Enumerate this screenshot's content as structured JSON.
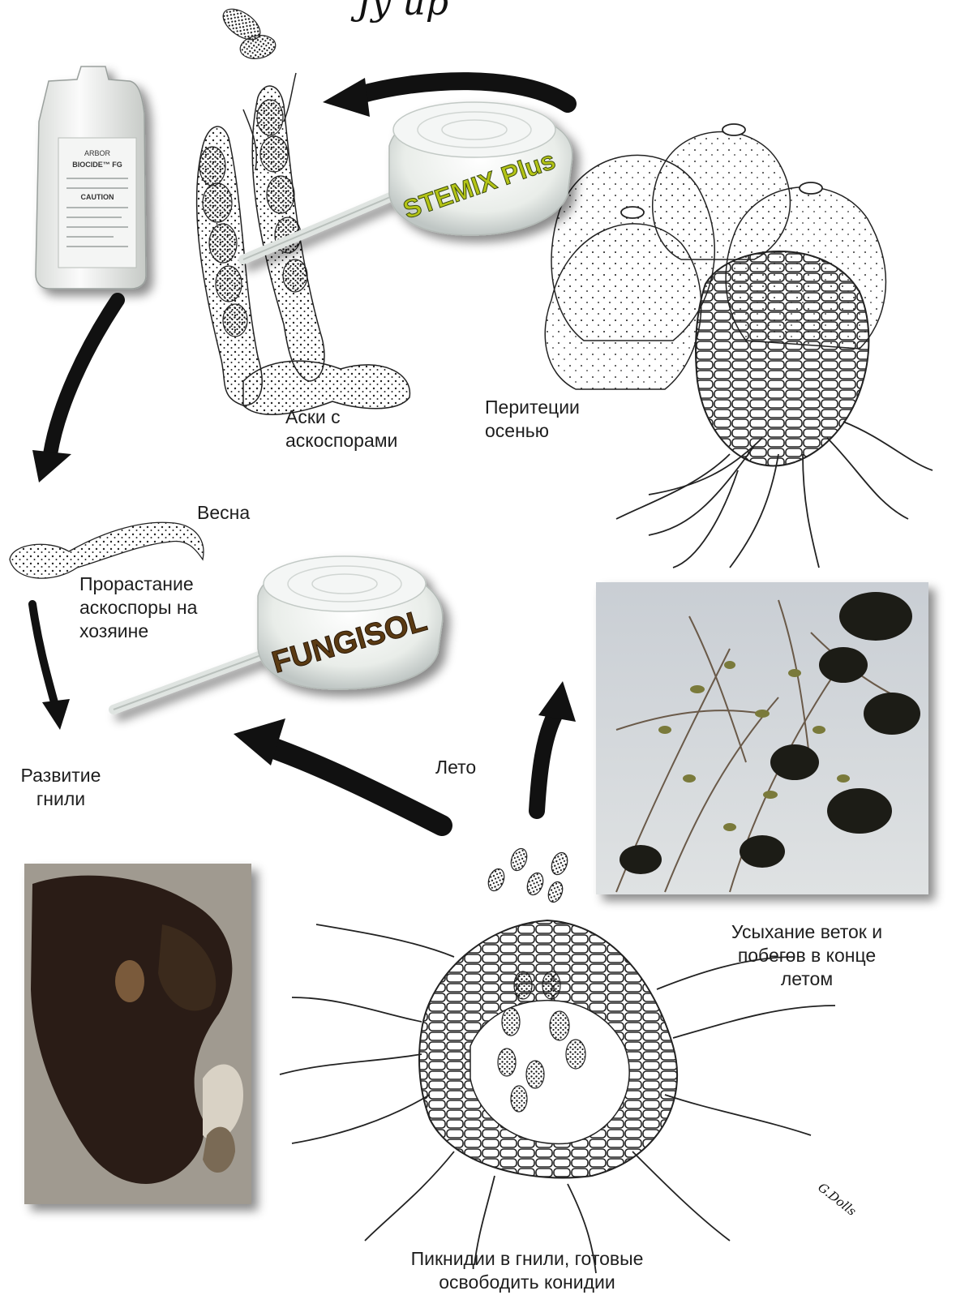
{
  "header_fragment": "Jy up",
  "labels": {
    "asci": [
      "Аски с",
      "аскоспорами"
    ],
    "perithecia": [
      "Перитеции",
      "осенью"
    ],
    "spring": "Весна",
    "germination": [
      "Прорастание",
      "аскоспоры на",
      "хозяине"
    ],
    "rot_development": [
      "Развитие",
      "гнили"
    ],
    "summer": "Лето",
    "dieback": [
      "Усыхание веток и",
      "побегов в конце",
      "летом"
    ],
    "pycnidia": [
      "Пикнидии в гнили, готовые",
      "освободить конидии"
    ]
  },
  "products": {
    "stemix": "STEMIX Plus",
    "fungisol": "FUNGISOL",
    "jug_brand": "ARBOR",
    "jug_name": "BIOCIDE™ FG",
    "jug_caution": "CAUTION"
  },
  "signature": "G.Dolls",
  "colors": {
    "arrow": "#111111",
    "stemix_text": "#b4c416",
    "fungisol_text": "#5a3a12",
    "stipple": "#222222"
  }
}
